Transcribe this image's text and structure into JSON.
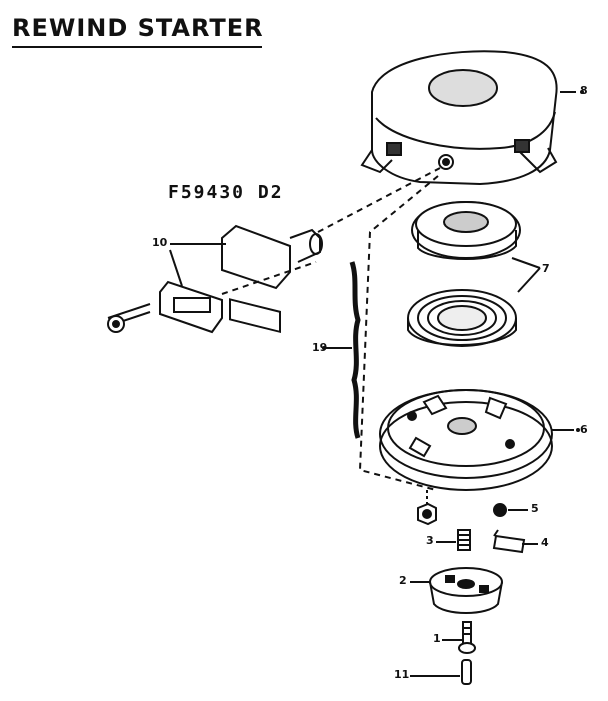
{
  "title": "REWIND STARTER",
  "model_code": "F59430 D2",
  "callouts": {
    "c1": "1",
    "c2": "2",
    "c3": "3",
    "c4": "4",
    "c5": "5",
    "c6": "6",
    "c7": "7",
    "c8": "8",
    "c10": "10",
    "c11": "11",
    "c19": "19"
  }
}
